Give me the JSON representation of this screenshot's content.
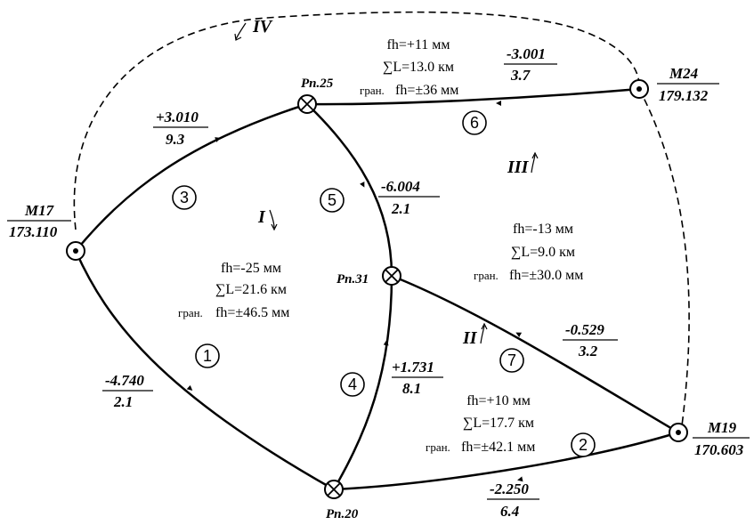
{
  "stations": [
    {
      "id": "M17",
      "name": "M17",
      "height": "173.110"
    },
    {
      "id": "M24",
      "name": "M24",
      "height": "179.132"
    },
    {
      "id": "M19",
      "name": "M19",
      "height": "170.603"
    },
    {
      "id": "Rp25",
      "name": "Рп.25"
    },
    {
      "id": "Rp31",
      "name": "Рп.31"
    },
    {
      "id": "Rp20",
      "name": "Рп.20"
    }
  ],
  "lines": [
    {
      "num": "1",
      "h": "-4.740",
      "L": "2.1"
    },
    {
      "num": "2",
      "h": "-2.250",
      "L": "6.4"
    },
    {
      "num": "3",
      "h": "+3.010",
      "L": "9.3"
    },
    {
      "num": "4",
      "h": "+1.731",
      "L": "8.1"
    },
    {
      "num": "5",
      "h": "-6.004",
      "L": "2.1"
    },
    {
      "num": "6",
      "h": "-3.001",
      "L": "3.7"
    },
    {
      "num": "7",
      "h": "-0.529",
      "L": "3.2"
    }
  ],
  "polygons": [
    {
      "label": "I",
      "f": "fh=-25 мм",
      "sum": "∑L=21.6 км",
      "lim_prefix": "гран.",
      "lim": "fh=±46.5 мм"
    },
    {
      "label": "II",
      "f": "fh=+10 мм",
      "sum": "∑L=17.7 км",
      "lim_prefix": "гран.",
      "lim": "fh=±42.1 мм"
    },
    {
      "label": "III",
      "f": "fh=-13 мм",
      "sum": "∑L=9.0 км",
      "lim_prefix": "гран.",
      "lim": "fh=±30.0 мм"
    },
    {
      "label": "IV",
      "f": "fh=+11 мм",
      "sum": "∑L=13.0 км",
      "lim_prefix": "гран.",
      "lim": "fh=±36 мм"
    }
  ]
}
